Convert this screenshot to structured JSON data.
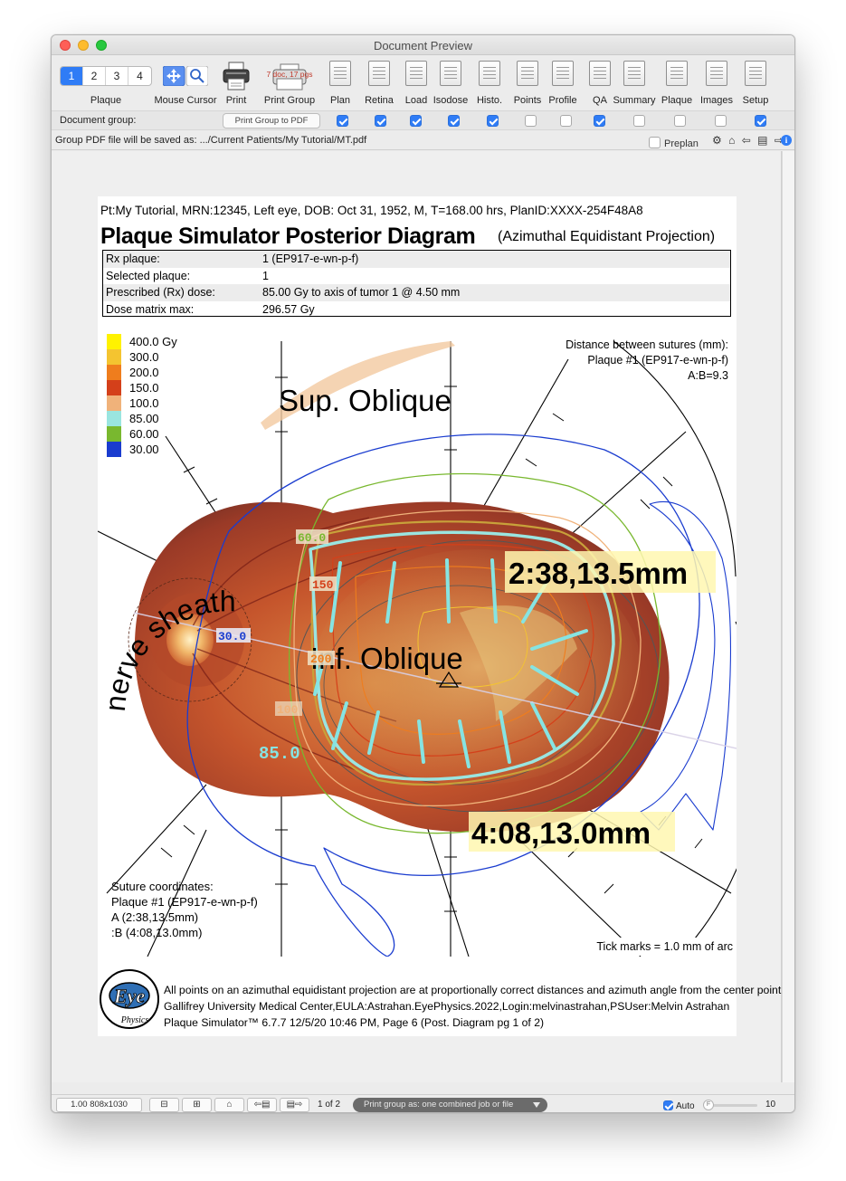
{
  "window": {
    "title": "Document Preview"
  },
  "toolbar": {
    "page_tabs": [
      "1",
      "2",
      "3",
      "4"
    ],
    "active_tab": 0,
    "plaque_label": "Plaque",
    "cursor_label": "Mouse Cursor",
    "print_label": "Print",
    "print_group_label": "Print Group",
    "print_group_badge": "7 doc, 17 pgs",
    "items": [
      {
        "label": "Plan",
        "icon": "plan-doc-icon"
      },
      {
        "label": "Retina",
        "icon": "retina-doc-icon"
      },
      {
        "label": "Load",
        "icon": "load-doc-icon"
      },
      {
        "label": "Isodose",
        "icon": "isodose-doc-icon"
      },
      {
        "label": "Histo.",
        "icon": "histogram-doc-icon"
      },
      {
        "label": "Points",
        "icon": "points-doc-icon"
      },
      {
        "label": "Profile",
        "icon": "profile-doc-icon"
      },
      {
        "label": "QA",
        "icon": "qa-doc-icon"
      },
      {
        "label": "Summary",
        "icon": "summary-doc-icon"
      },
      {
        "label": "Plaque",
        "icon": "plaque-doc-icon"
      },
      {
        "label": "Images",
        "icon": "images-doc-icon"
      },
      {
        "label": "Setup",
        "icon": "setup-doc-icon"
      }
    ]
  },
  "group_bar": {
    "label": "Document group:",
    "pdf_button": "Print Group to PDF",
    "checks": [
      true,
      true,
      true,
      true,
      true,
      false,
      false,
      true,
      false,
      false,
      false,
      true
    ]
  },
  "info_bar": {
    "text": "Group PDF file will be saved as: .../Current Patients/My Tutorial/MT.pdf",
    "preplan_label": "Preplan",
    "preplan_checked": false
  },
  "report": {
    "header_line": "Pt:My Tutorial, MRN:12345, Left eye, DOB: Oct 31, 1952, M, T=168.00 hrs, PlanID:XXXX-254F48A8",
    "title": "Plaque Simulator Posterior Diagram",
    "subtitle": "(Azimuthal Equidistant Projection)",
    "rx_rows": [
      {
        "key": "Rx plaque:",
        "value": "1 (EP917-e-wn-p-f)"
      },
      {
        "key": "Selected plaque:",
        "value": "1"
      },
      {
        "key": "Prescribed (Rx) dose:",
        "value": "85.00  Gy to axis of tumor 1 @ 4.50 mm"
      },
      {
        "key": "Dose matrix max:",
        "value": "296.57  Gy"
      }
    ],
    "legend": [
      {
        "label": "400.0 Gy",
        "color": "#fff200"
      },
      {
        "label": "300.0",
        "color": "#f4c430"
      },
      {
        "label": "200.0",
        "color": "#ef7d1d"
      },
      {
        "label": "150.0",
        "color": "#d4401a"
      },
      {
        "label": "100.0",
        "color": "#f0b27a"
      },
      {
        "label": "85.00",
        "color": "#9ae5e0"
      },
      {
        "label": "60.00",
        "color": "#79b82f"
      },
      {
        "label": "30.00",
        "color": "#1a3ccf"
      }
    ],
    "sutures_note": {
      "line1": "Distance between sutures (mm):",
      "line2": "Plaque #1 (EP917-e-wn-p-f)",
      "line3": "A:B=9.3"
    },
    "labels": {
      "sup_oblique": "Sup. Oblique",
      "inf_oblique": "Inf. Oblique",
      "nerve_sheath": "nerve sheath",
      "suture_a": "2:38,13.5mm",
      "suture_b": "4:08,13.0mm"
    },
    "contour_labels": {
      "c60": "60.0",
      "c150": "150",
      "c30": "30.0",
      "c200": "200",
      "c100": "100",
      "c85": "85.0"
    },
    "suture_coords": {
      "title": "Suture coordinates:",
      "plaque": "Plaque #1 (EP917-e-wn-p-f)",
      "a": "A (2:38,13.5mm)",
      "b": ":B (4:08,13.0mm)"
    },
    "tick_note": "Tick marks = 1.0 mm of arc",
    "footer": {
      "line1": "All points on an azimuthal equidistant projection are at proportionally correct distances and azimuth angle from the center point.",
      "line2": "Gallifrey University Medical Center,EULA:Astrahan.EyePhysics.2022,Login:melvinastrahan,PSUser:Melvin Astrahan",
      "line3": "Plaque Simulator™ 6.7.7 12/5/20 10:46 PM, Page 6 (Post. Diagram pg 1 of 2)",
      "logo_text": "Eye",
      "logo_sub": "Physics"
    }
  },
  "bottom_bar": {
    "zoom": "1.00 808x1030",
    "page_count": "1 of 2",
    "print_mode": "Print group as: one combined job or file",
    "auto_label": "Auto",
    "auto_checked": true,
    "slider_value": "10",
    "slider_knob": "F"
  }
}
